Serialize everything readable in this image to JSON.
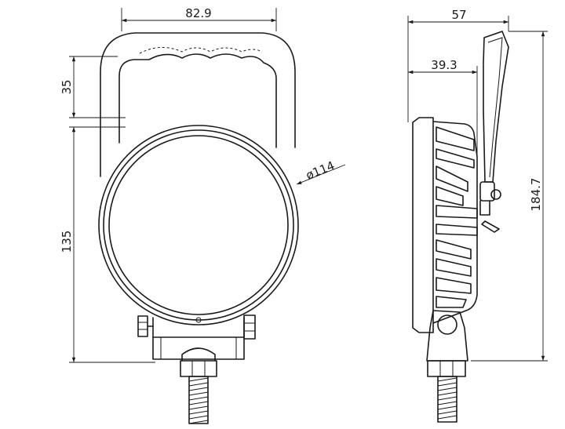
{
  "dimensions": {
    "handle_width": "82.9",
    "handle_grip": "35",
    "lens_diameter": "ø114",
    "lens_to_bottom": "135",
    "side_depth": "57",
    "side_body": "39.3",
    "overall_height": "184.7"
  }
}
